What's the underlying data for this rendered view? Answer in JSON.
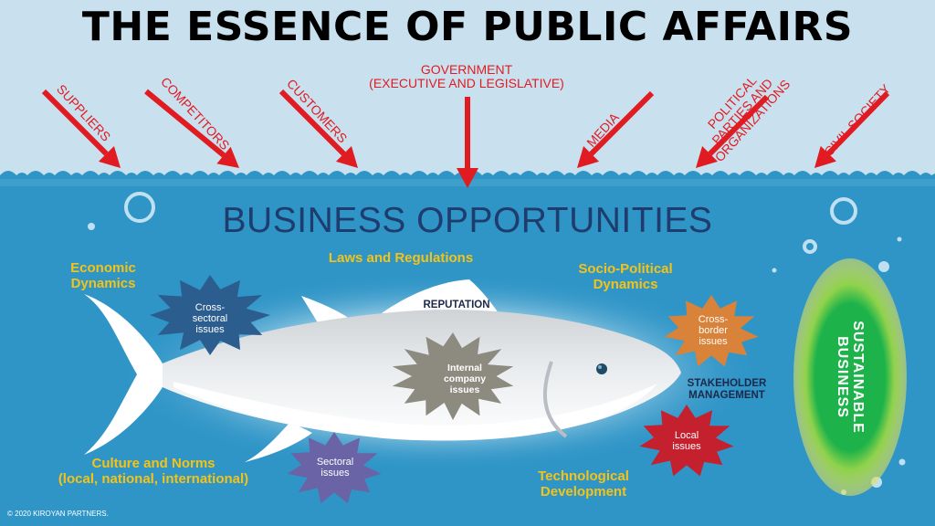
{
  "title": "THE ESSENCE OF PUBLIC AFFAIRS",
  "stakeholders": {
    "suppliers": "SUPPLIERS",
    "competitors": "COMPETITORS",
    "customers": "CUSTOMERS",
    "government": "GOVERNMENT",
    "government_sub": "(EXECUTIVE AND LEGISLATIVE)",
    "media": "MEDIA",
    "political_1": "POLITICAL",
    "political_2": "PARTIES AND",
    "political_3": "ORGANIZATIONS",
    "civil_society": "CIVIL SOCIETY"
  },
  "headline": "BUSINESS OPPORTUNITIES",
  "factors": {
    "economic_1": "Economic",
    "economic_2": "Dynamics",
    "laws": "Laws and Regulations",
    "socio_1": "Socio-Political",
    "socio_2": "Dynamics",
    "culture_1": "Culture and Norms",
    "culture_2": "(local, national, international)",
    "tech_1": "Technological",
    "tech_2": "Development"
  },
  "issues": {
    "cross_sectoral_1": "Cross-",
    "cross_sectoral_2": "sectoral",
    "cross_sectoral_3": "issues",
    "internal_1": "Internal",
    "internal_2": "company",
    "internal_3": "issues",
    "cross_border_1": "Cross-",
    "cross_border_2": "border",
    "cross_border_3": "issues",
    "sectoral_1": "Sectoral",
    "sectoral_2": "issues",
    "local_1": "Local",
    "local_2": "issues"
  },
  "fish_labels": {
    "reputation": "REPUTATION",
    "stakeholder_1": "STAKEHOLDER",
    "stakeholder_2": "MANAGEMENT"
  },
  "sustainable": {
    "line1": "SUSTAINABLE",
    "line2": "BUSINESS"
  },
  "copyright": "© 2020 KIROYAN PARTNERS.",
  "colors": {
    "sky": "#c9e1ee",
    "water": "#2f95c7",
    "arrow_red": "#e11b22",
    "factor_yellow": "#f4c316",
    "headline_navy": "#1e3d6e",
    "sustainable_green": "#1db34a",
    "burst_blue": "#2c5d8f",
    "burst_gray": "#8d8a80",
    "burst_orange": "#d9823a",
    "burst_purple": "#6a63a6",
    "burst_red": "#c4202e"
  },
  "icons": [
    "stakeholder-arrow-icon",
    "bubble-icon",
    "tuna-fish-icon",
    "starburst-icon"
  ]
}
